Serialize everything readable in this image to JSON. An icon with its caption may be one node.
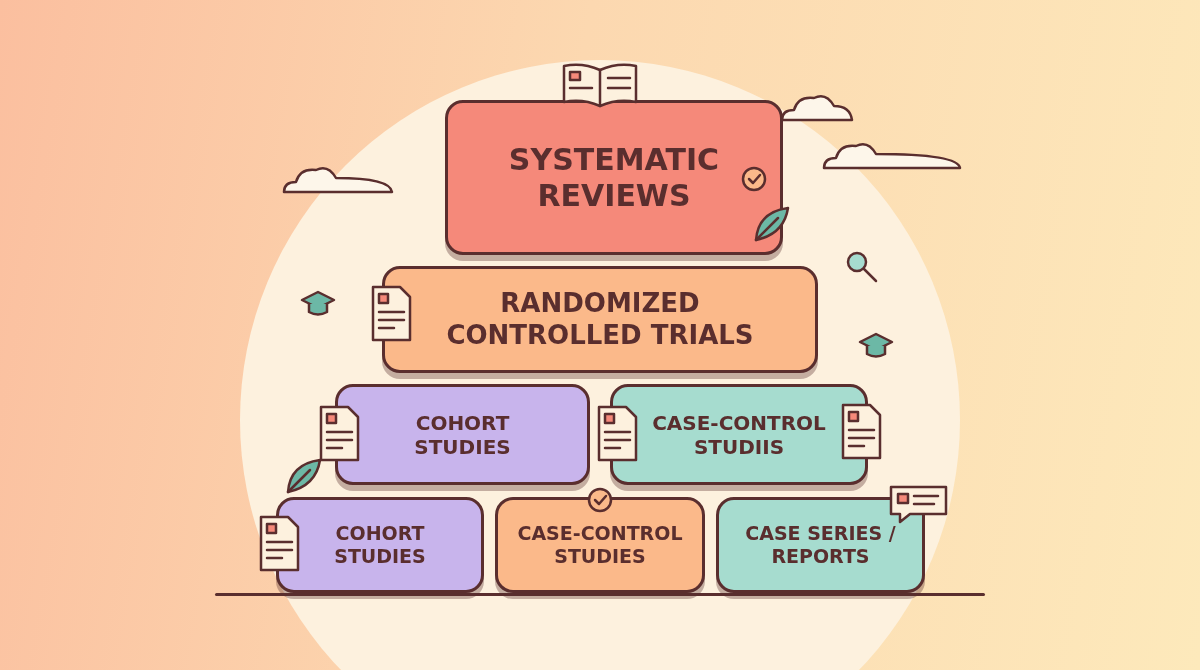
{
  "diagram": {
    "nodes": [
      {
        "text": [
          "SYSTEMATIC REVIEWS"
        ]
      },
      {
        "text": [
          "RANDOMIZED CONTROLLED TRIALS"
        ]
      },
      {
        "text": [
          "COHORT STUDIES"
        ]
      },
      {
        "text": [
          "CASE-CONTROL STUDIIS"
        ]
      },
      {
        "text": [
          "COHORT STUDIES"
        ]
      },
      {
        "text": [
          "CASE-CONTROL STUDIES"
        ]
      },
      {
        "text": [
          "CASE SERIES / REPORTS"
        ]
      }
    ]
  }
}
